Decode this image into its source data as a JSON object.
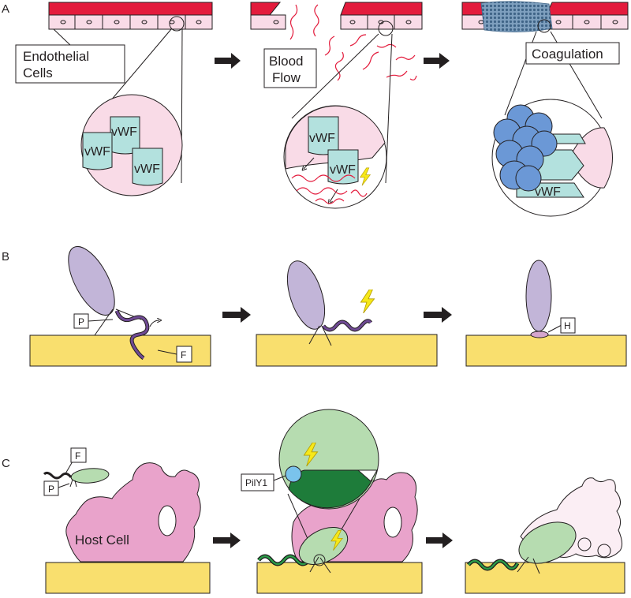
{
  "panels": {
    "a": {
      "letter": "A"
    },
    "b": {
      "letter": "B"
    },
    "c": {
      "letter": "C"
    }
  },
  "labels": {
    "endothelial_line1": "Endothelial",
    "endothelial_line2": "Cells",
    "blood_line1": "Blood",
    "blood_line2": "Flow",
    "coagulation": "Coagulation",
    "vwf": "vWF",
    "p": "P",
    "f": "F",
    "h": "H",
    "pily1": "PilY1",
    "host_cell": "Host Cell"
  },
  "colors": {
    "endothelium_red": "#e31b3c",
    "cell_pink": "#f9dbe7",
    "vwf_cyan": "#b3e1de",
    "platelet_blue": "#6b98d6",
    "bacterium_purple": "#c2b5d8",
    "flagellum_purple": "#4e2a6e",
    "surface_yellow": "#f9df6e",
    "bacterium_green": "#b6dcb0",
    "dark_green": "#1e7c3a",
    "host_pink": "#e9a3cb",
    "bolt_yellow": "#f6e81a",
    "pily1_blue": "#7ac3ec"
  }
}
